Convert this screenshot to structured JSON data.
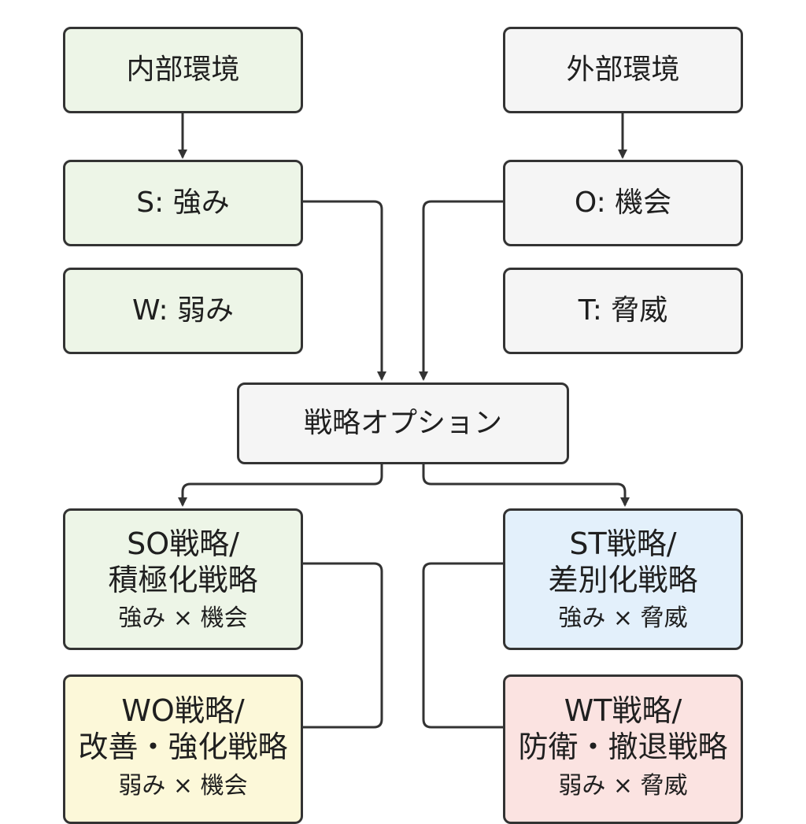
{
  "nodes": {
    "internal": {
      "label": "内部環境"
    },
    "external": {
      "label": "外部環境"
    },
    "s": {
      "label": "S: 強み"
    },
    "w": {
      "label": "W: 弱み"
    },
    "o": {
      "label": "O: 機会"
    },
    "t": {
      "label": "T: 脅威"
    },
    "options": {
      "label": "戦略オプション"
    },
    "so": {
      "line1": "SO戦略/",
      "line2": "積極化戦略",
      "sub": "強み × 機会"
    },
    "st": {
      "line1": "ST戦略/",
      "line2": "差別化戦略",
      "sub": "強み × 脅威"
    },
    "wo": {
      "line1": "WO戦略/",
      "line2": "改善・強化戦略",
      "sub": "弱み × 機会"
    },
    "wt": {
      "line1": "WT戦略/",
      "line2": "防衛・撤退戦略",
      "sub": "弱み × 脅威"
    }
  },
  "colors": {
    "green": "#edf5e7",
    "gray": "#f5f5f5",
    "blue": "#e3f0fb",
    "yellow": "#fcf8d9",
    "pink": "#fbe3e1",
    "stroke": "#333333"
  }
}
